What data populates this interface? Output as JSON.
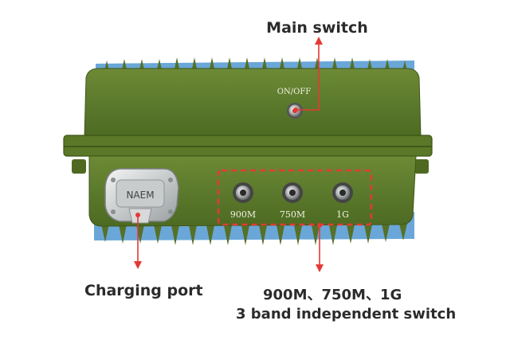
{
  "callouts": {
    "main_switch": "Main switch",
    "charging_port": "Charging port",
    "band_line1": "900M、750M、1G",
    "band_line2": "3 band independent switch"
  },
  "device": {
    "power_label": "ON/OFF",
    "connector_label": "NAEM",
    "band_switches": [
      "900M",
      "750M",
      "1G"
    ]
  },
  "colors": {
    "body": "#5c7a2c",
    "body_dark": "#3f5718",
    "fin_shadow": "#6aa7d8",
    "accent": "#e53935"
  }
}
